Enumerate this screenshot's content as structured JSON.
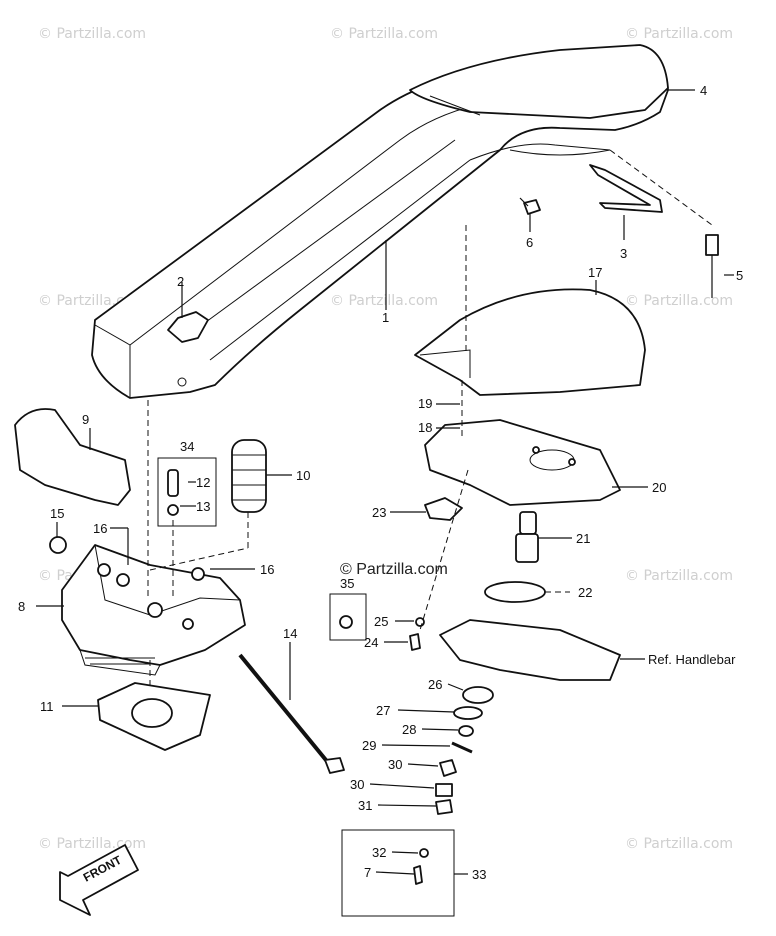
{
  "watermark": "© Partzilla.com",
  "center_watermark": "© Partzilla.com",
  "front_arrow_text": "FRONT",
  "ref_label": "Ref. Handlebar",
  "callouts": {
    "c1": "1",
    "c2": "2",
    "c3": "3",
    "c4": "4",
    "c5": "5",
    "c6": "6",
    "c7": "7",
    "c8": "8",
    "c9": "9",
    "c10": "10",
    "c11": "11",
    "c12": "12",
    "c13": "13",
    "c14": "14",
    "c15": "15",
    "c16a": "16",
    "c16b": "16",
    "c17": "17",
    "c18": "18",
    "c19": "19",
    "c20": "20",
    "c21": "21",
    "c22": "22",
    "c23": "23",
    "c24": "24",
    "c25": "25",
    "c26": "26",
    "c27": "27",
    "c28": "28",
    "c29": "29",
    "c30a": "30",
    "c30b": "30",
    "c31": "31",
    "c32": "32",
    "c33": "33",
    "c34": "34",
    "c35": "35"
  }
}
